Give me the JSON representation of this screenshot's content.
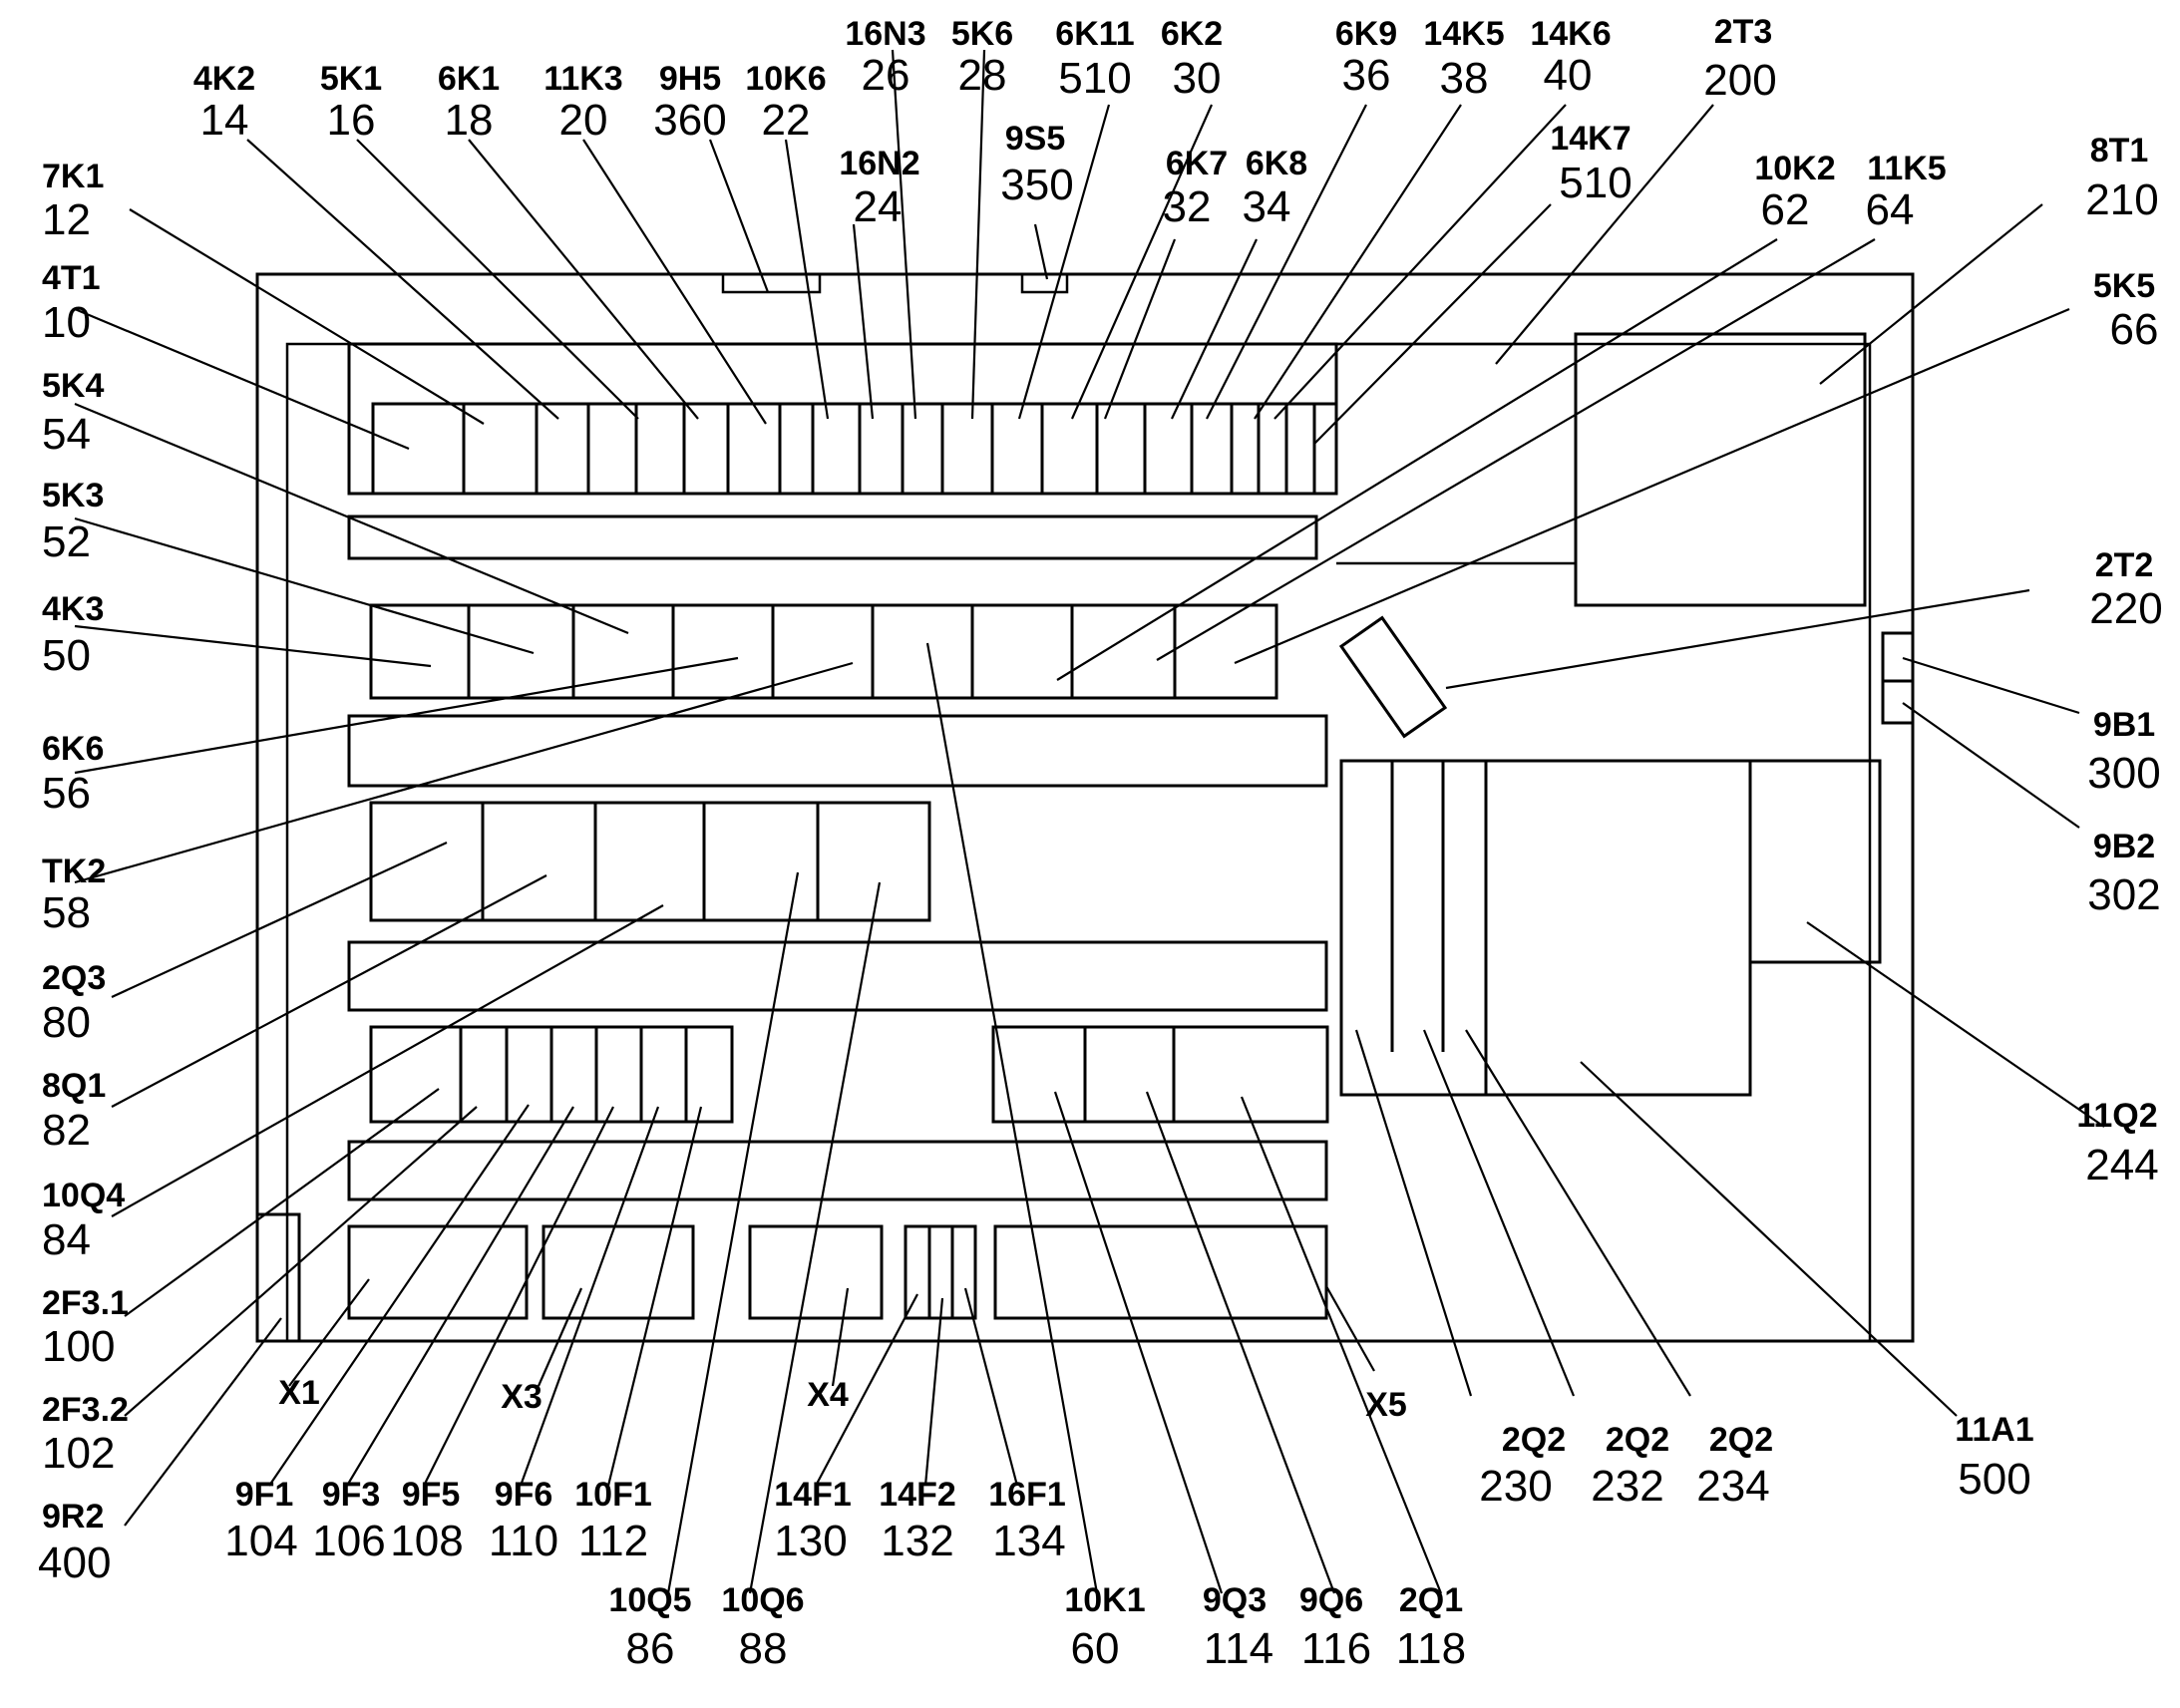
{
  "labels": {
    "l4K2": {
      "code": "4K2",
      "num": "14"
    },
    "l5K1": {
      "code": "5K1",
      "num": "16"
    },
    "l6K1": {
      "code": "6K1",
      "num": "18"
    },
    "l11K3": {
      "code": "11K3",
      "num": "20"
    },
    "l9H5": {
      "code": "9H5",
      "num": "360"
    },
    "l10K6": {
      "code": "10K6",
      "num": "22"
    },
    "l16N3": {
      "code": "16N3",
      "num": "26"
    },
    "l5K6": {
      "code": "5K6",
      "num": "28"
    },
    "l6K11": {
      "code": "6K11",
      "num": "510"
    },
    "l6K2": {
      "code": "6K2",
      "num": "30"
    },
    "l6K9": {
      "code": "6K9",
      "num": "36"
    },
    "l14K5": {
      "code": "14K5",
      "num": "38"
    },
    "l14K6": {
      "code": "14K6",
      "num": "40"
    },
    "l2T3": {
      "code": "2T3",
      "num": "200"
    },
    "l16N2": {
      "code": "16N2",
      "num": "24"
    },
    "l9S5": {
      "code": "9S5",
      "num": "350"
    },
    "l6K7": {
      "code": "6K7",
      "num": "32"
    },
    "l6K8": {
      "code": "6K8",
      "num": "34"
    },
    "l14K7": {
      "code": "14K7",
      "num": "510"
    },
    "l10K2": {
      "code": "10K2",
      "num": "62"
    },
    "l11K5": {
      "code": "11K5",
      "num": "64"
    },
    "l8T1": {
      "code": "8T1",
      "num": "210"
    },
    "l7K1": {
      "code": "7K1",
      "num": "12"
    },
    "l4T1": {
      "code": "4T1",
      "num": "10"
    },
    "l5K5": {
      "code": "5K5",
      "num": "66"
    },
    "l5K4": {
      "code": "5K4",
      "num": "54"
    },
    "l5K3": {
      "code": "5K3",
      "num": "52"
    },
    "l2T2": {
      "code": "2T2",
      "num": "220"
    },
    "l4K3": {
      "code": "4K3",
      "num": "50"
    },
    "l9B1": {
      "code": "9B1",
      "num": "300"
    },
    "l6K6": {
      "code": "6K6",
      "num": "56"
    },
    "l9B2": {
      "code": "9B2",
      "num": "302"
    },
    "lTK2": {
      "code": "TK2",
      "num": "58"
    },
    "l2Q3": {
      "code": "2Q3",
      "num": "80"
    },
    "l8Q1": {
      "code": "8Q1",
      "num": "82"
    },
    "l11Q2": {
      "code": "11Q2",
      "num": "244"
    },
    "l10Q4": {
      "code": "10Q4",
      "num": "84"
    },
    "l2F31": {
      "code": "2F3.1",
      "num": "100"
    },
    "l2F32": {
      "code": "2F3.2",
      "num": "102"
    },
    "l9R2": {
      "code": "9R2",
      "num": "400"
    },
    "l9F1": {
      "code": "9F1",
      "num": "104"
    },
    "l9F3": {
      "code": "9F3",
      "num": "106"
    },
    "l9F5": {
      "code": "9F5",
      "num": "108"
    },
    "l9F6": {
      "code": "9F6",
      "num": "110"
    },
    "l10F1": {
      "code": "10F1",
      "num": "112"
    },
    "l14F1": {
      "code": "14F1",
      "num": "130"
    },
    "l14F2": {
      "code": "14F2",
      "num": "132"
    },
    "l16F1": {
      "code": "16F1",
      "num": "134"
    },
    "l10Q5": {
      "code": "10Q5",
      "num": "86"
    },
    "l10Q6": {
      "code": "10Q6",
      "num": "88"
    },
    "l10K1": {
      "code": "10K1",
      "num": "60"
    },
    "l9Q3": {
      "code": "9Q3",
      "num": "114"
    },
    "l9Q6": {
      "code": "9Q6",
      "num": "116"
    },
    "l2Q1": {
      "code": "2Q1",
      "num": "118"
    },
    "l2Q2a": {
      "code": "2Q2",
      "num": "230"
    },
    "l2Q2b": {
      "code": "2Q2",
      "num": "232"
    },
    "l2Q2c": {
      "code": "2Q2",
      "num": "234"
    },
    "l11A1": {
      "code": "11A1",
      "num": "500"
    }
  },
  "terminals": {
    "X1": "X1",
    "X3": "X3",
    "X4": "X4",
    "X5": "X5"
  }
}
